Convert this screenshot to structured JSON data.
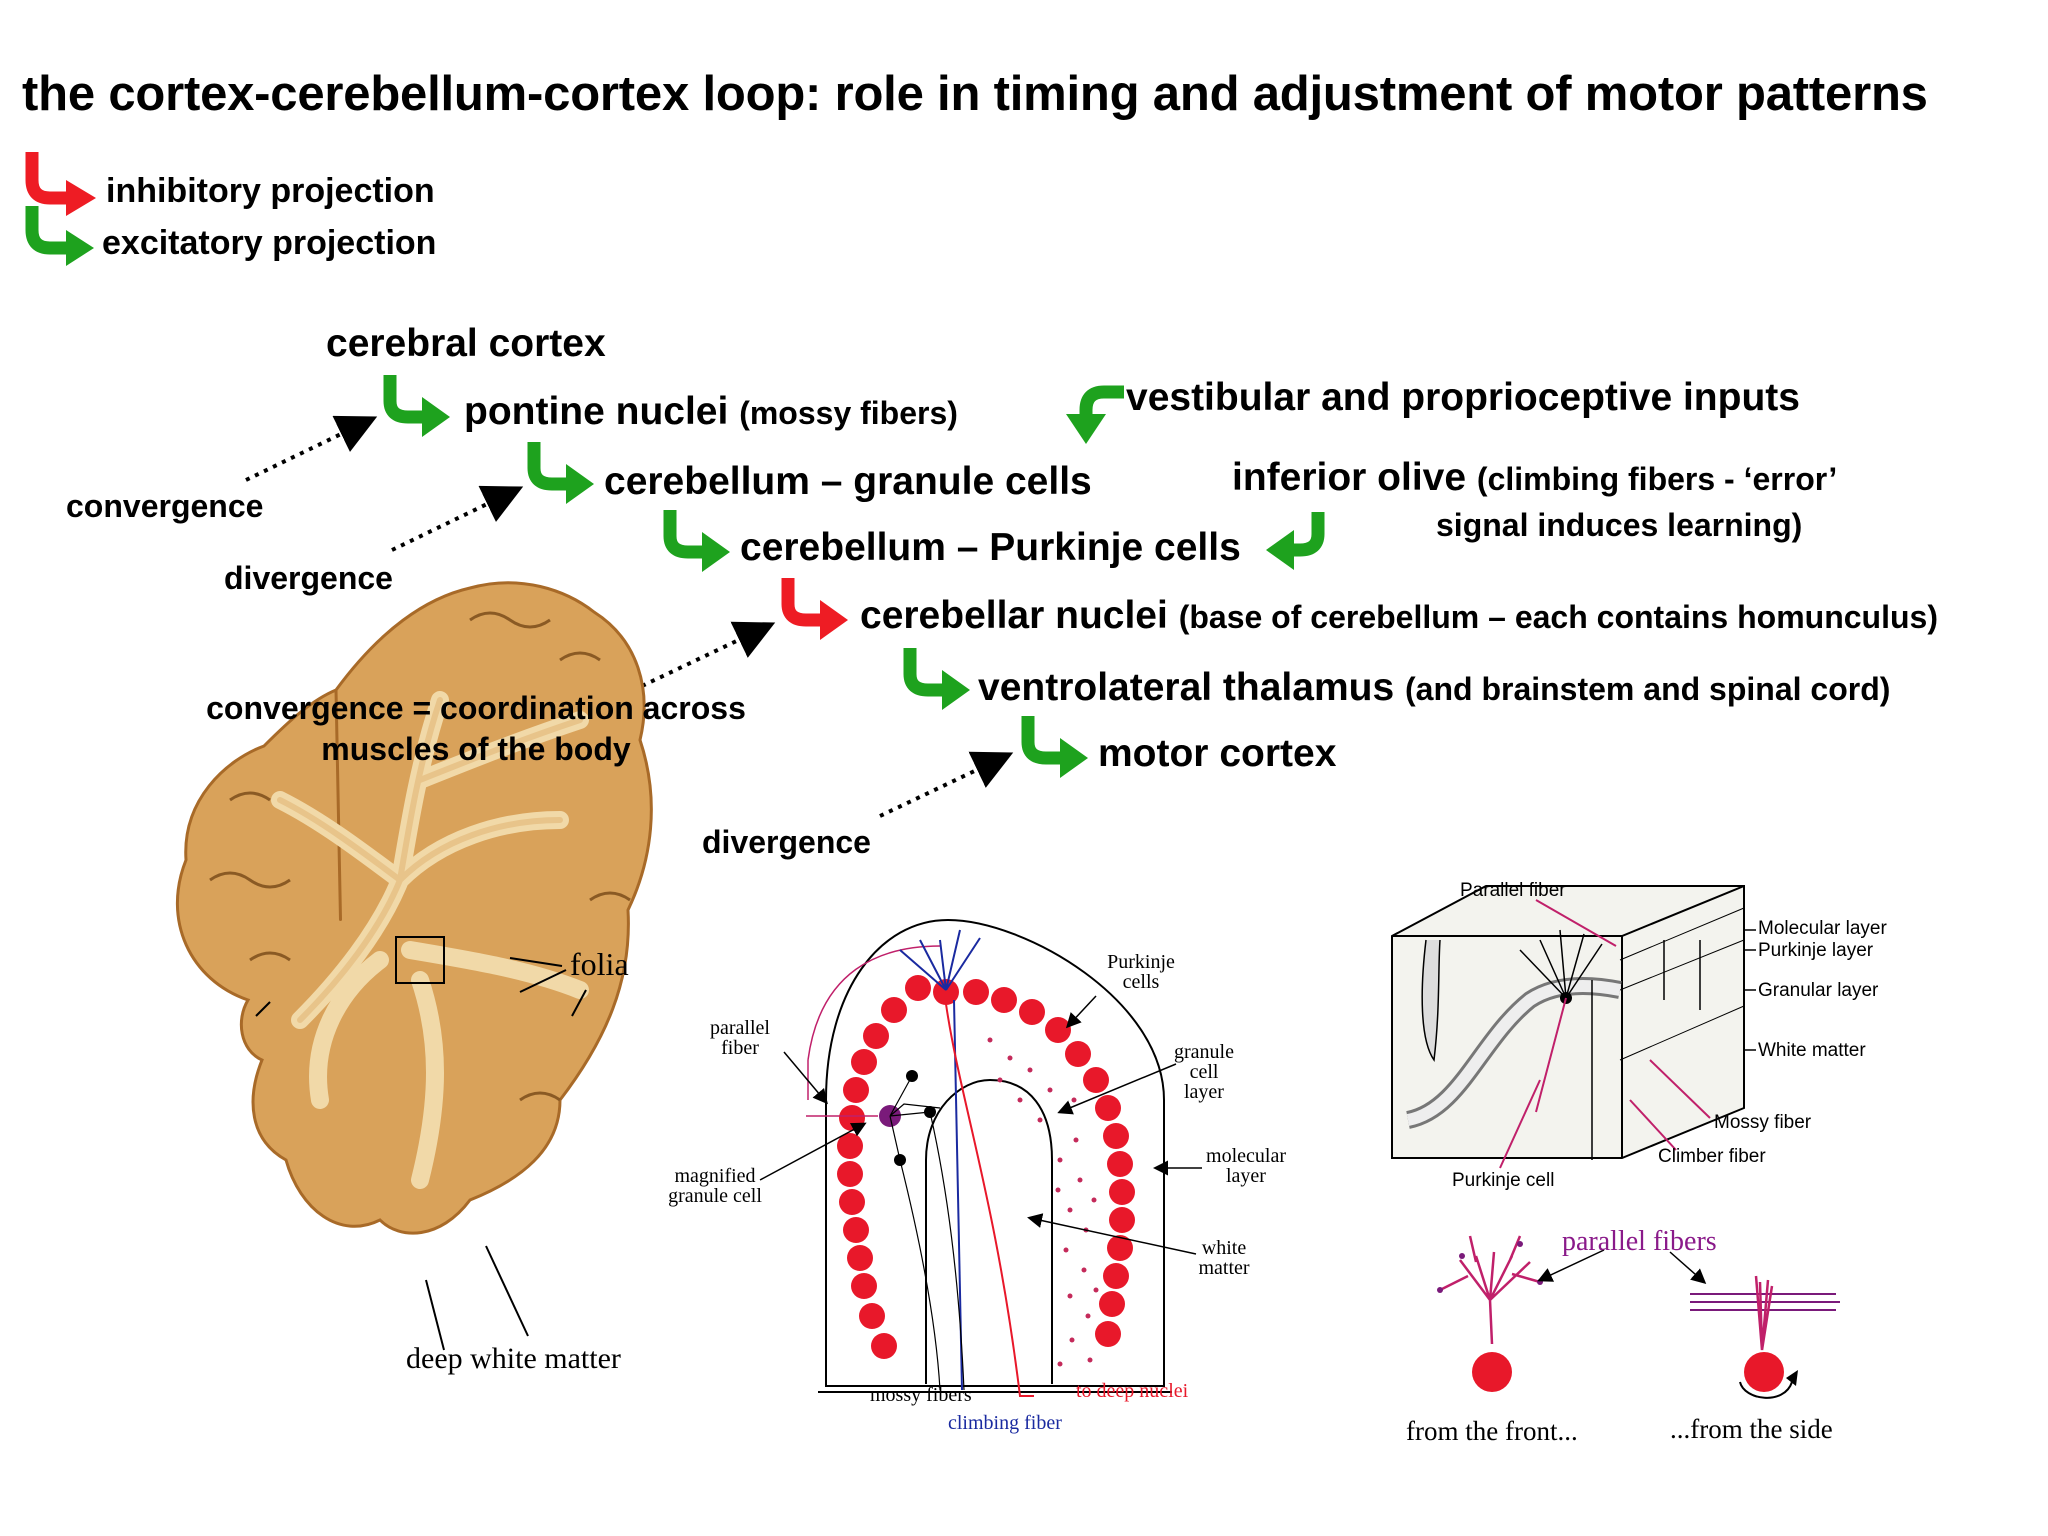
{
  "title": "the cortex-cerebellum-cortex loop: role in timing and adjustment of motor patterns",
  "legend": {
    "inhibitory": "inhibitory projection",
    "excitatory": "excitatory projection"
  },
  "colors": {
    "inhibitory": "#ee1c24",
    "excitatory": "#1ea21e"
  },
  "nodes": {
    "cerebral_cortex": "cerebral cortex",
    "pontine": "pontine nuclei",
    "pontine_sub": "(mossy fibers)",
    "vestibular": "vestibular and proprioceptive inputs",
    "granule": "cerebellum – granule cells",
    "olive": "inferior olive",
    "olive_sub1": "(climbing fibers - ‘error’",
    "olive_sub2": "signal induces learning)",
    "purkinje": "cerebellum – Purkinje cells",
    "nuclei": "cerebellar nuclei",
    "nuclei_sub": "(base of cerebellum – each contains homunculus)",
    "thalamus": "ventrolateral thalamus",
    "thalamus_sub": "(and brainstem and spinal cord)",
    "motor": "motor cortex"
  },
  "notes": {
    "convergence1": "convergence",
    "divergence1": "divergence",
    "convergence2_l1": "convergence = coordination across",
    "convergence2_l2": "muscles of the body",
    "divergence2": "divergence"
  },
  "figure1": {
    "folia": "folia",
    "deep_white": "deep white matter"
  },
  "figure2": {
    "purkinje_cells": [
      "Purkinje",
      "cells"
    ],
    "parallel_fiber": [
      "parallel",
      "fiber"
    ],
    "granule_layer": [
      "granule",
      "cell",
      "layer"
    ],
    "magnified": [
      "magnified",
      "granule cell"
    ],
    "molecular": [
      "molecular",
      "layer"
    ],
    "white_matter": [
      "white",
      "matter"
    ],
    "mossy": "mossy fibers",
    "to_deep": "to deep nuclei",
    "climbing": "climbing fiber"
  },
  "figure3": {
    "parallel_fiber": "Parallel fiber",
    "molecular_layer": "Molecular layer",
    "purkinje_layer": "Purkinje layer",
    "granular_layer": "Granular layer",
    "white_matter": "White matter",
    "mossy_fiber": "Mossy fiber",
    "climber_fiber": "Climber fiber",
    "purkinje_cell": "Purkinje cell"
  },
  "figure4": {
    "parallel_fibers": "parallel fibers",
    "from_front": "from the front...",
    "from_side": "...from the side"
  }
}
